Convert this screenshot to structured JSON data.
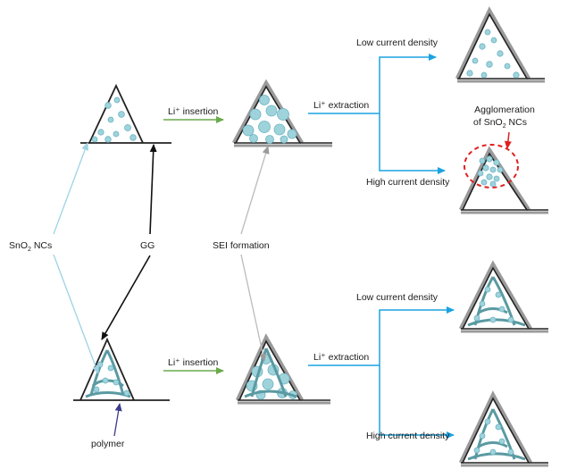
{
  "labels": {
    "li_insertion_top": "Li⁺ insertion",
    "li_extraction_top": "Li⁺ extraction",
    "li_insertion_bottom": "Li⁺ insertion",
    "li_extraction_bottom": "Li⁺ extraction",
    "low_current_top": "Low current density",
    "high_current_top": "High current density",
    "low_current_bottom": "Low current density",
    "high_current_bottom": "High current density",
    "agglomeration_line1": "Agglomeration",
    "agglomeration_line2_prefix": "of SnO",
    "agglomeration_line2_sub": "2",
    "agglomeration_line2_suffix": " NCs",
    "sno2_prefix": "SnO",
    "sno2_sub": "2",
    "sno2_suffix": " NCs",
    "gg": "GG",
    "sei_formation": "SEI formation",
    "polymer": "polymer"
  },
  "colors": {
    "particle_fill": "#9fd3dc",
    "particle_stroke": "#6bb3c2",
    "polymer": "#5a9aa2",
    "insertion_arrow": "#6aaa4b",
    "extraction_arrow": "#1aa3e0",
    "sei_line": "#9a9a9a",
    "sno2_line": "#9ed3e4",
    "gg_arrow": "#111111",
    "polymer_pointer": "#3b3b8c",
    "agglomeration_circle": "#e02020"
  }
}
